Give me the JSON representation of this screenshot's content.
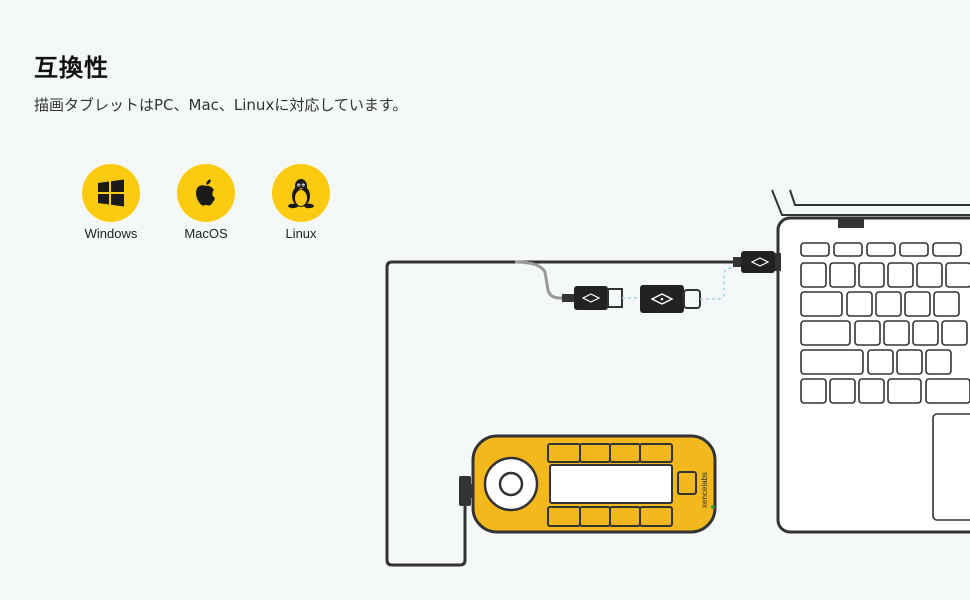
{
  "header": {
    "title": "互換性",
    "subtitle": "描画タブレットはPC、Mac、Linuxに対応しています。"
  },
  "os_list": [
    {
      "label": "Windows",
      "icon": "windows-logo-icon"
    },
    {
      "label": "MacOS",
      "icon": "apple-logo-icon"
    },
    {
      "label": "Linux",
      "icon": "linux-tux-icon"
    }
  ],
  "device": {
    "brand_text": "xencelabs"
  },
  "colors": {
    "accent_yellow": "#fccb0f",
    "device_yellow": "#f2b81e",
    "line_dark": "#333333",
    "background": "#f5f8f8",
    "dashed_blue": "#9fd4e6"
  }
}
